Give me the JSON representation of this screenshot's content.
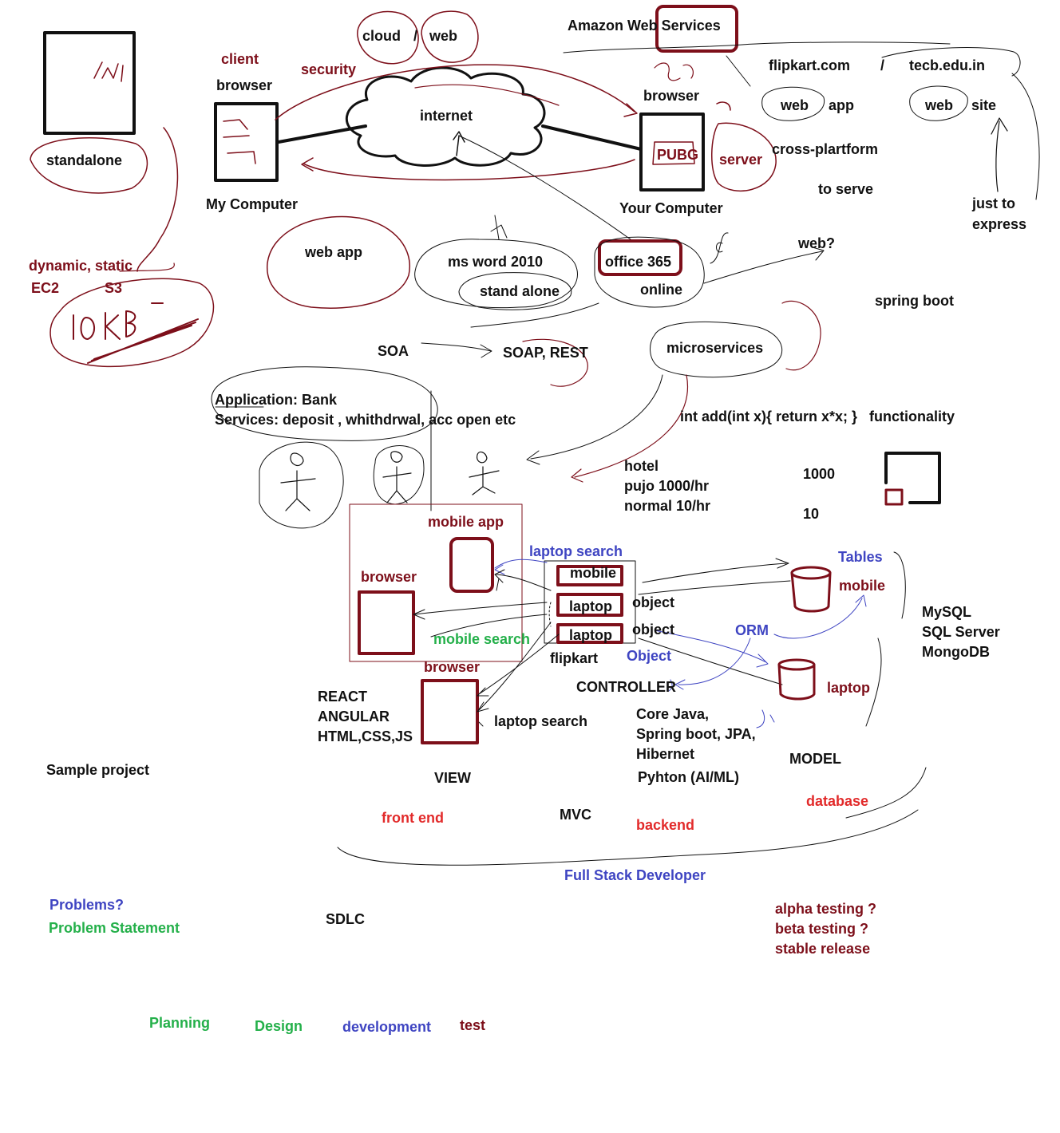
{
  "colors": {
    "ink": "#111111",
    "maroon": "#7d0f1a",
    "red": "#e22a2a",
    "blue": "#3f45c2",
    "green": "#24b04a",
    "background": "#ffffff"
  },
  "labels": {
    "standalone": "standalone",
    "client": "client",
    "browser_top_left": "browser",
    "security": "security",
    "cloud": "cloud",
    "slash_cloud_web": "/",
    "web_top": "web",
    "internet": "internet",
    "my_computer": "My Computer",
    "aws": "Amazon Web Services",
    "flipkart_com": "flipkart.com",
    "slash_sites": "/",
    "tecb": "tecb.edu.in",
    "browser_top_right": "browser",
    "web_app_web": "web",
    "web_app_app": "app",
    "web_site_web": "web",
    "web_site_site": "site",
    "pubg": "PUBG",
    "server": "server",
    "cross_platform": "cross-plartform",
    "to_serve": "to serve",
    "your_computer": "Your Computer",
    "just_to": "just to",
    "express": "express",
    "dynamic_static": "dynamic, static",
    "ec2": "EC2",
    "s3": "S3",
    "web_app_bubble": "web app",
    "ms_word": "ms word 2010",
    "stand_alone": "stand alone",
    "office365": "office 365",
    "online": "online",
    "web_question": "web?",
    "spring_boot_top": "spring boot",
    "soa": "SOA",
    "soap_rest": "SOAP, REST",
    "microservices": "microservices",
    "application_bank": "Application: Bank",
    "services": "Services: deposit  , whithdrwal, acc open etc",
    "int_add": "int add(int x){ return x*x; }",
    "functionality": "functionality",
    "hotel": "hotel",
    "pujo": "pujo   1000/hr",
    "normal": "normal 10/hr",
    "n1000": "1000",
    "n10": "10",
    "mobile_app": "mobile app",
    "laptop_search_blue": "laptop search",
    "browser_mid": "browser",
    "mobile_box": "mobile",
    "laptop_box1": "laptop",
    "laptop_box2": "laptop",
    "object1": "object",
    "object2": "object",
    "tables": "Tables",
    "mobile_db": "mobile",
    "mysql": "MySQL",
    "sql_server": "SQL Server",
    "mongodb": "MongoDB",
    "orm": "ORM",
    "mobile_search": "mobile search",
    "flipkart": "flipkart",
    "object_blue": "Object",
    "browser_low": "browser",
    "laptop_db": "laptop",
    "controller": "CONTROLLER",
    "react": "REACT",
    "angular": "ANGULAR",
    "html_css_js": "HTML,CSS,JS",
    "laptop_search_black": "laptop search",
    "core_java": "Core Java,",
    "spring_jpa": "Spring boot, JPA,",
    "hibernet": "Hibernet",
    "python": "Pyhton  (AI/ML)",
    "sample_project": "Sample project",
    "view": "VIEW",
    "model": "MODEL",
    "database": "database",
    "front_end": "front end",
    "mvc": "MVC",
    "backend": "backend",
    "full_stack": "Full Stack Developer",
    "problems": "Problems?",
    "problem_statement": "Problem Statement",
    "sdlc": "SDLC",
    "alpha": "alpha testing   ?",
    "beta": "beta testing     ?",
    "stable": "stable release",
    "planning": "Planning",
    "design": "Design",
    "development": "development",
    "test": "test"
  }
}
